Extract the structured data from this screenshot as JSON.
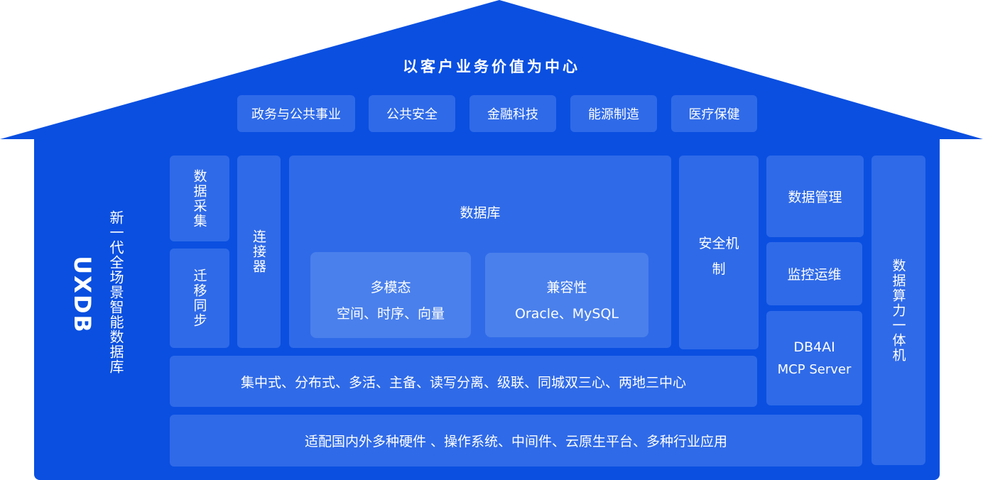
{
  "roof": {
    "title": "以客户业务价值为中心",
    "industries": [
      "政务与公共事业",
      "公共安全",
      "金融科技",
      "能源制造",
      "医疗保健"
    ]
  },
  "brand": {
    "name": "UXDB",
    "subtitle": "新一代全场景智能数据库"
  },
  "modules": {
    "data_collection": "数据采集",
    "migration_sync": "迁移同步",
    "connector": "连接器",
    "database": {
      "title": "数据库",
      "multimodal_title": "多模态",
      "multimodal_desc": "空间、时序、向量",
      "compat_title": "兼容性",
      "compat_desc": "Oracle、MySQL"
    },
    "security_line1": "安全机",
    "security_line2": "制",
    "data_management": "数据管理",
    "monitoring_ops": "监控运维",
    "db4ai_line1": "DB4AI",
    "db4ai_line2": "MCP Server",
    "appliance": "数据算力一体机",
    "deployment": "集中式、分布式、多活、主备、读写分离、级联、同城双三心、两地三中心",
    "adaptation": "适配国内外多种硬件 、操作系统、中间件、云原生平台、多种行业应用"
  },
  "colors": {
    "house": "#0a4fe0",
    "box": "#2f6ae8",
    "inner_box": "#4a80ec",
    "text": "#ffffff"
  }
}
